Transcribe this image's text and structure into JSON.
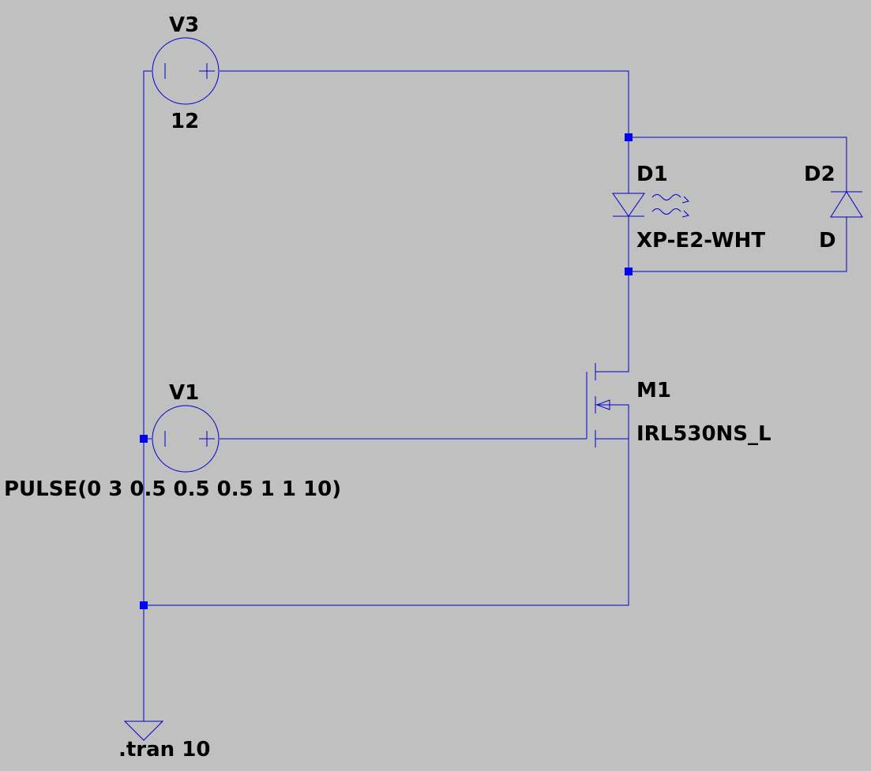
{
  "colors": {
    "background": "#c0c0c0",
    "wire": "#0000cd",
    "junction": "#0000ff",
    "text": "#000000"
  },
  "components": {
    "v3": {
      "name": "V3",
      "value": "12"
    },
    "v1": {
      "name": "V1",
      "value": "PULSE(0 3 0.5 0.5 0.5 1 1 10)"
    },
    "d1": {
      "name": "D1",
      "value": "XP-E2-WHT"
    },
    "d2": {
      "name": "D2",
      "value": "D"
    },
    "m1": {
      "name": "M1",
      "value": "IRL530NS_L"
    }
  },
  "directives": {
    "sim": ".tran 10"
  }
}
